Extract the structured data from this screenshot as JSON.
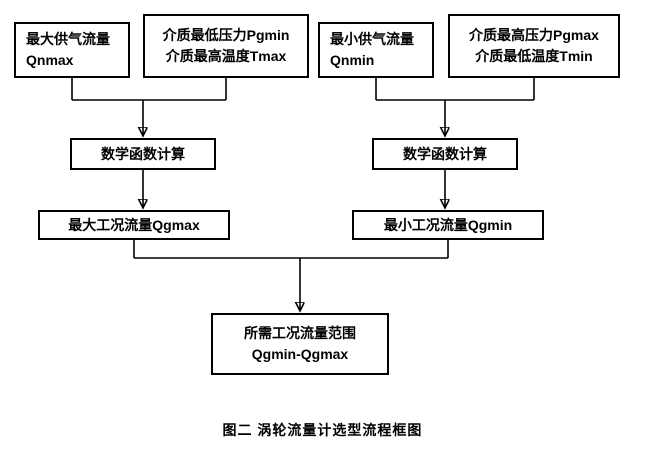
{
  "caption": "图二  涡轮流量计选型流程框图",
  "colors": {
    "line": "#000000",
    "border": "#000000",
    "background": "#ffffff",
    "text": "#000000"
  },
  "nodes": {
    "qnmax": {
      "line1": "最大供气流量",
      "line2": "Qnmax"
    },
    "pt_left": {
      "line1": "介质最低压力Pgmin",
      "line2": "介质最高温度Tmax"
    },
    "qnmin": {
      "line1": "最小供气流量",
      "line2": "Qnmin"
    },
    "pt_right": {
      "line1": "介质最高压力Pgmax",
      "line2": "介质最低温度Tmin"
    },
    "calc_left": {
      "label": "数学函数计算"
    },
    "calc_right": {
      "label": "数学函数计算"
    },
    "qgmax": {
      "label": "最大工况流量Qgmax"
    },
    "qgmin": {
      "label": "最小工况流量Qgmin"
    },
    "range": {
      "line1": "所需工况流量范围",
      "line2": "Qgmin-Qgmax"
    }
  }
}
